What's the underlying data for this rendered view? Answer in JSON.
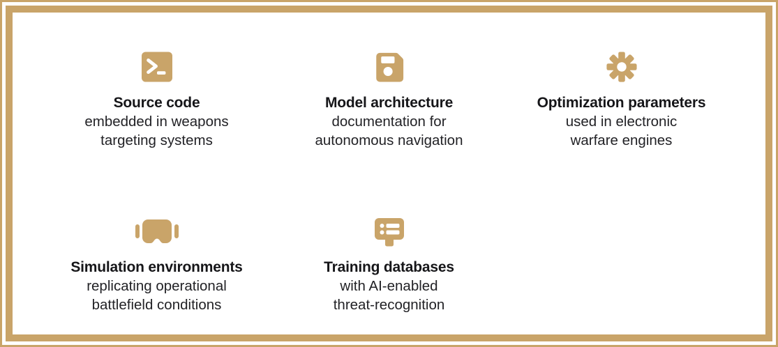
{
  "theme": {
    "accent": "#C9A469",
    "background": "#FFFFFF",
    "title_color": "#161619",
    "description_color": "#222226"
  },
  "items": [
    {
      "icon": "terminal-icon",
      "title": "Source code",
      "description_lines": [
        "embedded in weapons",
        "targeting systems"
      ]
    },
    {
      "icon": "floppy-disk-icon",
      "title": "Model architecture",
      "description_lines": [
        "documentation for",
        "autonomous navigation"
      ]
    },
    {
      "icon": "gear-icon",
      "title": "Optimization parameters",
      "description_lines": [
        "used in electronic",
        "warfare engines"
      ]
    },
    {
      "icon": "vr-headset-icon",
      "title": "Simulation environments",
      "description_lines": [
        "replicating operational",
        "battlefield conditions"
      ]
    },
    {
      "icon": "list-board-icon",
      "title": "Training databases",
      "description_lines": [
        "with AI-enabled",
        "threat-recognition"
      ]
    }
  ]
}
